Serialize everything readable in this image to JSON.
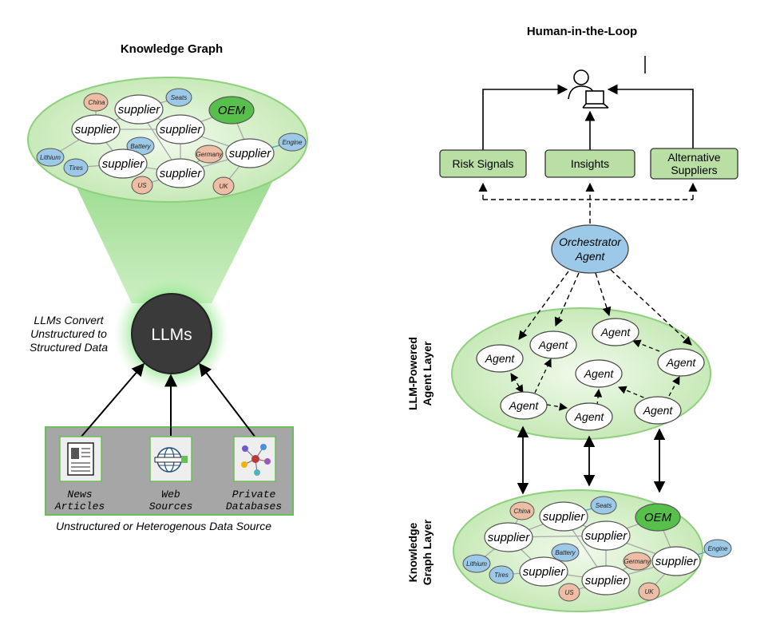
{
  "left": {
    "title": "Knowledge Graph",
    "llm_label": "LLMs",
    "convert_caption": [
      "LLMs Convert",
      "Unstructured to",
      "Structured Data"
    ],
    "sources": [
      {
        "icon": "news-icon",
        "lines": [
          "News",
          "Articles"
        ]
      },
      {
        "icon": "web-icon",
        "lines": [
          "Web",
          "Sources"
        ]
      },
      {
        "icon": "database-icon",
        "lines": [
          "Private",
          "Databases"
        ]
      }
    ],
    "source_caption": "Unstructured or Heterogenous Data Source"
  },
  "right": {
    "title": "Human-in-the-Loop",
    "outputs": [
      "Risk Signals",
      "Insights",
      "Alternative Suppliers"
    ],
    "orchestrator": [
      "Orchestrator",
      "Agent"
    ],
    "agent_label": "Agent",
    "agent_layer_label": [
      "LLM-Powered",
      "Agent Layer"
    ],
    "kg_layer_label": [
      "Knowledge",
      "Graph Layer"
    ]
  },
  "graph": {
    "supplier": "supplier",
    "oem": "OEM",
    "small": [
      "China",
      "Seats",
      "Battery",
      "Lithium",
      "Tires",
      "Germany",
      "Engine",
      "US",
      "UK"
    ]
  },
  "colors": {
    "green_fill": "#dff3d3",
    "green_stroke": "#7cc46a",
    "oem": "#56c04a",
    "blue_node": "#9cc9e8",
    "orange_node": "#eebda6",
    "llm": "#3a3a3a",
    "box_fill": "#b9dfa4",
    "gray_panel": "#a6a6a6"
  }
}
